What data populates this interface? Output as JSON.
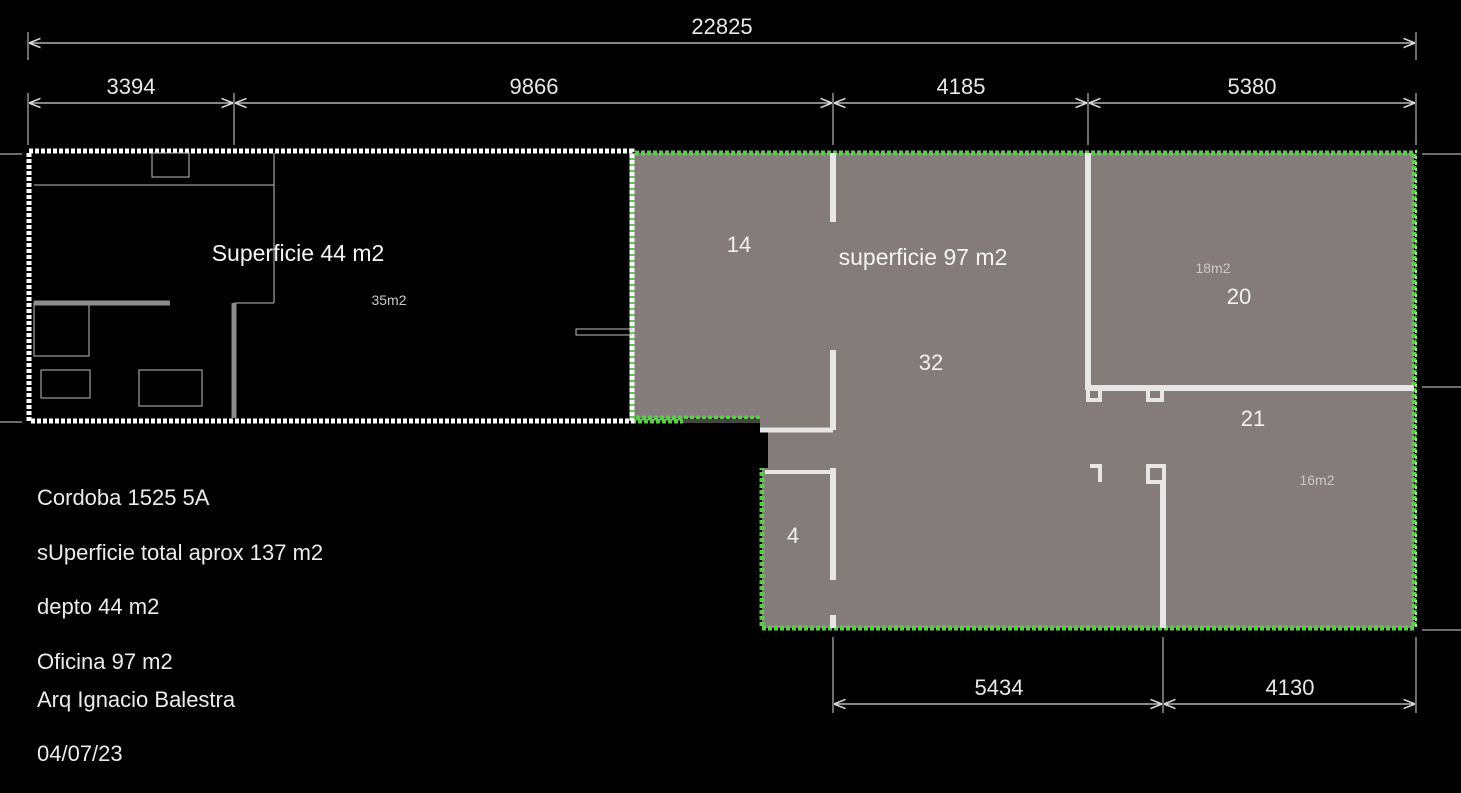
{
  "dimensions": {
    "overall": "22825",
    "top": [
      "3394",
      "9866",
      "4185",
      "5380"
    ],
    "bottom": [
      "5434",
      "4130"
    ]
  },
  "areas": {
    "depto_label": "Superficie 44 m2",
    "depto_sub": "35m2",
    "oficina_label": "superficie 97 m2"
  },
  "rooms": {
    "r14": "14",
    "r32": "32",
    "r20": "20",
    "r20_area": "18m2",
    "r21": "21",
    "r21_area": "16m2",
    "r4": "4"
  },
  "info": {
    "address": "Cordoba 1525  5A",
    "total": "sUperficie total aprox 137  m2",
    "depto": "depto 44 m2",
    "oficina": "Oficina 97 m2",
    "architect": "Arq Ignacio Balestra",
    "date": "04/07/23"
  },
  "colors": {
    "background": "#000000",
    "office_fill": "#847b7b",
    "office_outline": "#5ec84f",
    "depto_outline": "#ffffff",
    "walls": "#e6e6e6"
  }
}
